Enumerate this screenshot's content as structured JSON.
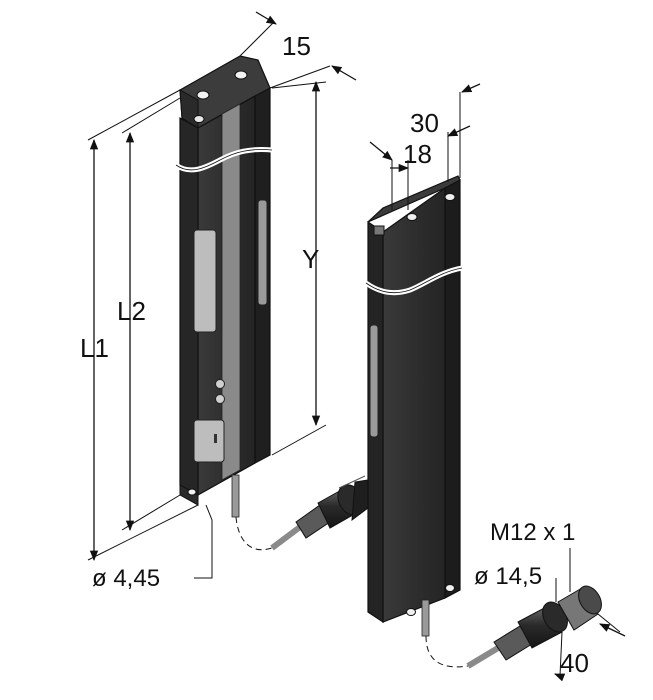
{
  "dimensions": {
    "width_15": "15",
    "width_30": "30",
    "width_18": "18",
    "height_y": "Y",
    "height_l2": "L2",
    "height_l1": "L1",
    "cable_dia": "ø 4,45",
    "thread": "M12 x 1",
    "connector_dia": "ø 14,5",
    "connector_len": "40"
  },
  "colors": {
    "housing_dark": "#2b2b2b",
    "housing_mid": "#4a4a4a",
    "window": "#8f8f8f",
    "led": "#bdbdbd",
    "line": "#111111"
  }
}
